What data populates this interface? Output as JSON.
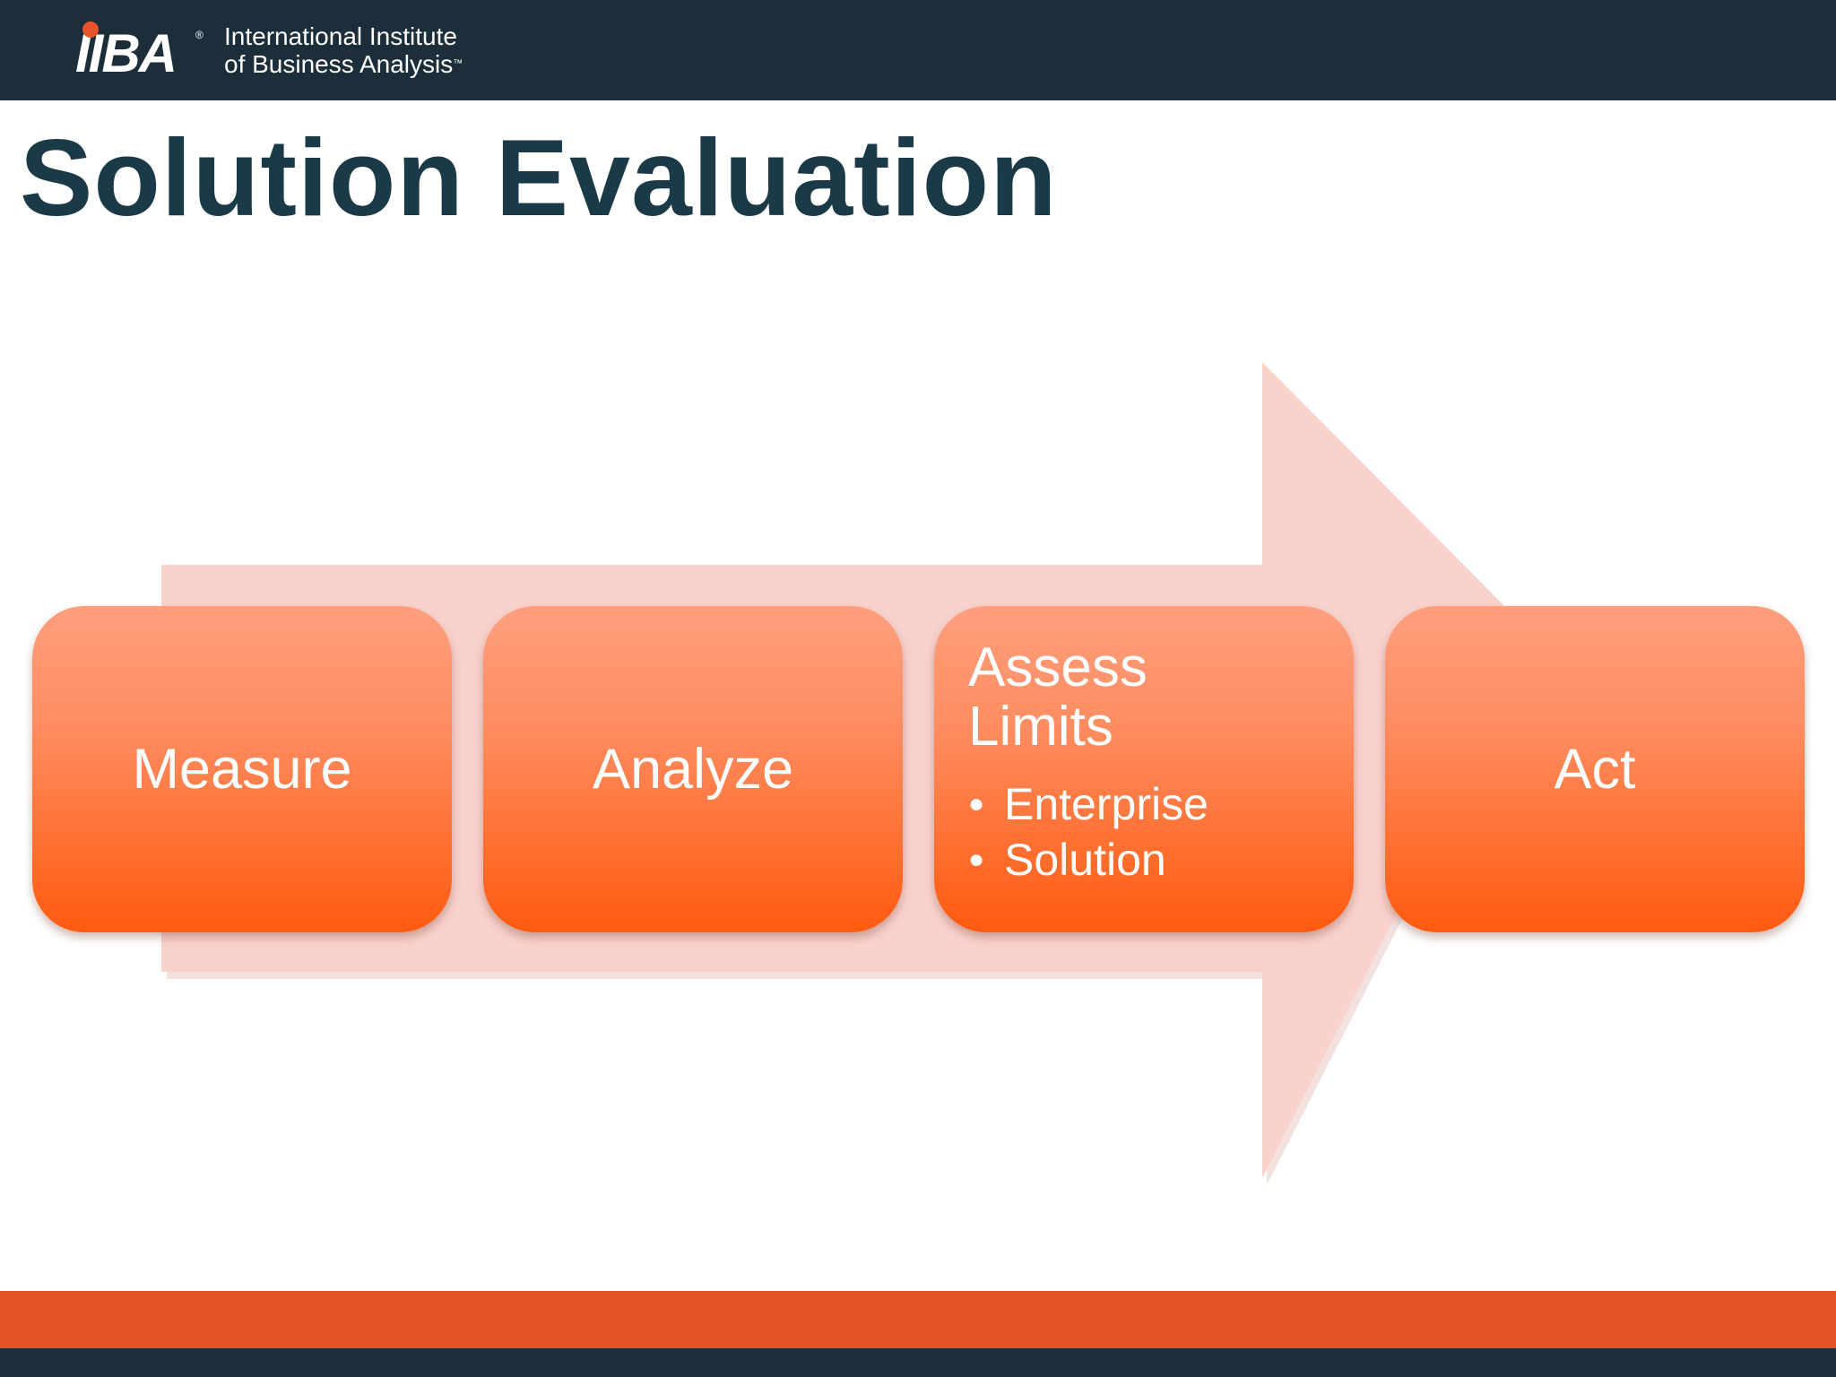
{
  "header": {
    "logo_mark": "IIBA",
    "logo_line1": "International Institute",
    "logo_line2": "of Business Analysis",
    "logo_tm": "™"
  },
  "slide": {
    "title": "Solution Evaluation"
  },
  "process": {
    "steps": [
      {
        "label": "Measure"
      },
      {
        "label": "Analyze"
      },
      {
        "label": "Assess Limits",
        "title_line1": "Assess",
        "title_line2": "Limits",
        "bullets": [
          "Enterprise",
          "Solution"
        ]
      },
      {
        "label": "Act"
      }
    ]
  },
  "colors": {
    "header_bg": "#1b2e3a",
    "title": "#1b3a48",
    "arrow": "#f9d2cc",
    "step_top": "#fe9f7e",
    "step_bottom": "#ff5a10",
    "footer_accent": "#e35425"
  }
}
